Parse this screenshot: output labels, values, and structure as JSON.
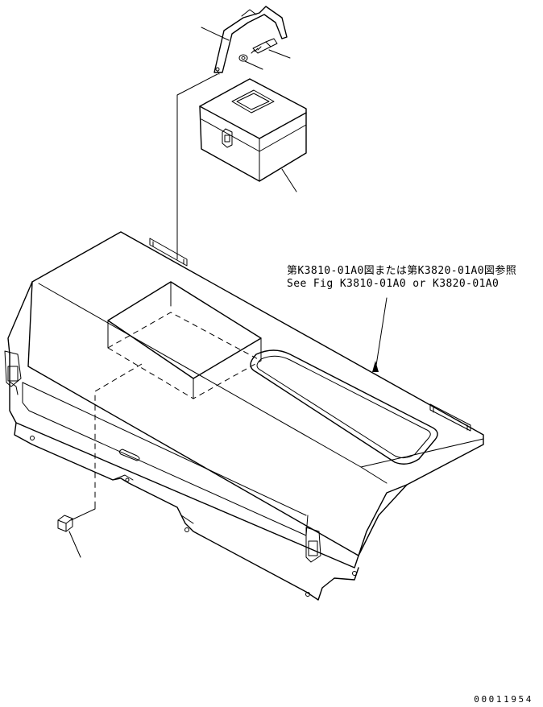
{
  "reference_note": {
    "line_jp": "第K3810-01A0図または第K3820-01A0図参照",
    "line_en": "See Fig K3810-01A0 or K3820-01A0"
  },
  "drawing_number": "00011954",
  "parts": {
    "bracket": "bracket",
    "bolt": "bolt",
    "washer": "washer",
    "tool_box": "tool-box",
    "nut": "nut",
    "cover_panel": "cover-panel"
  },
  "colors": {
    "line": "#000000",
    "background": "#ffffff"
  }
}
